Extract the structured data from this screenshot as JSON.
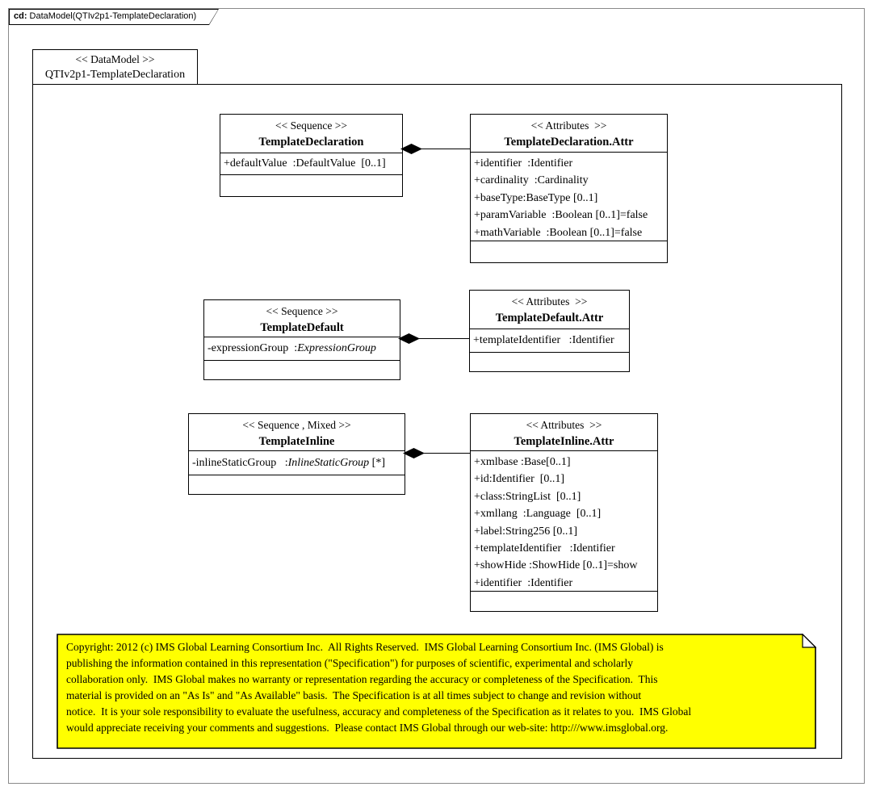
{
  "frame": {
    "tab_keyword": "cd:",
    "tab_title": " DataModel(QTIv2p1-TemplateDeclaration)"
  },
  "package": {
    "stereotype": "<< DataModel >>",
    "name": "QTIv2p1-TemplateDeclaration"
  },
  "classes": {
    "declaration": {
      "stereotype": "<< Sequence >>",
      "name": "TemplateDeclaration",
      "attributes": [
        "+defaultValue  :DefaultValue  [0..1]"
      ]
    },
    "declaration_attr": {
      "stereotype": "<< Attributes  >>",
      "name": "TemplateDeclaration.Attr",
      "attributes": [
        "+identifier  :Identifier",
        "+cardinality  :Cardinality",
        "+baseType:BaseType [0..1]",
        "+paramVariable  :Boolean [0..1]=false",
        "+mathVariable  :Boolean [0..1]=false"
      ]
    },
    "default": {
      "stereotype": "<< Sequence >>",
      "name": "TemplateDefault",
      "attributes": [
        [
          {
            "t": "-expressionGroup  :",
            "i": false
          },
          {
            "t": "ExpressionGroup",
            "i": true
          }
        ]
      ]
    },
    "default_attr": {
      "stereotype": "<< Attributes  >>",
      "name": "TemplateDefault.Attr",
      "attributes": [
        "+templateIdentifier   :Identifier"
      ]
    },
    "inline": {
      "stereotype": "<< Sequence , Mixed >>",
      "name": "TemplateInline",
      "attributes": [
        [
          {
            "t": "-inlineStaticGroup   :",
            "i": false
          },
          {
            "t": "InlineStaticGroup",
            "i": true
          },
          {
            "t": " [*]",
            "i": false
          }
        ]
      ]
    },
    "inline_attr": {
      "stereotype": "<< Attributes  >>",
      "name": "TemplateInline.Attr",
      "attributes": [
        "+xmlbase :Base[0..1]",
        "+id:Identifier  [0..1]",
        "+class:StringList  [0..1]",
        "+xmllang  :Language  [0..1]",
        "+label:String256 [0..1]",
        "+templateIdentifier   :Identifier",
        "+showHide :ShowHide [0..1]=show",
        "+identifier  :Identifier"
      ]
    }
  },
  "connectors": {
    "type": "composition",
    "diamond_color": "#000000"
  },
  "note": {
    "fill_color": "#FFFF00",
    "lines": [
      "Copyright: 2012 (c) IMS Global Learning Consortium Inc.  All Rights Reserved.  IMS Global Learning Consortium Inc. (IMS Global) is",
      "publishing the information contained in this representation (\"Specification\") for purposes of scientific, experimental and scholarly",
      "collaboration only.  IMS Global makes no warranty or representation regarding the accuracy or completeness of the Specification.  This",
      "material is provided on an \"As Is\" and \"As Available\" basis.  The Specification is at all times subject to change and revision without",
      "notice.  It is your sole responsibility to evaluate the usefulness, accuracy and completeness of the Specification as it relates to you.  IMS Global",
      "would appreciate receiving your comments and suggestions.  Please contact IMS Global through our web-site: http:///www.imsglobal.org."
    ]
  }
}
